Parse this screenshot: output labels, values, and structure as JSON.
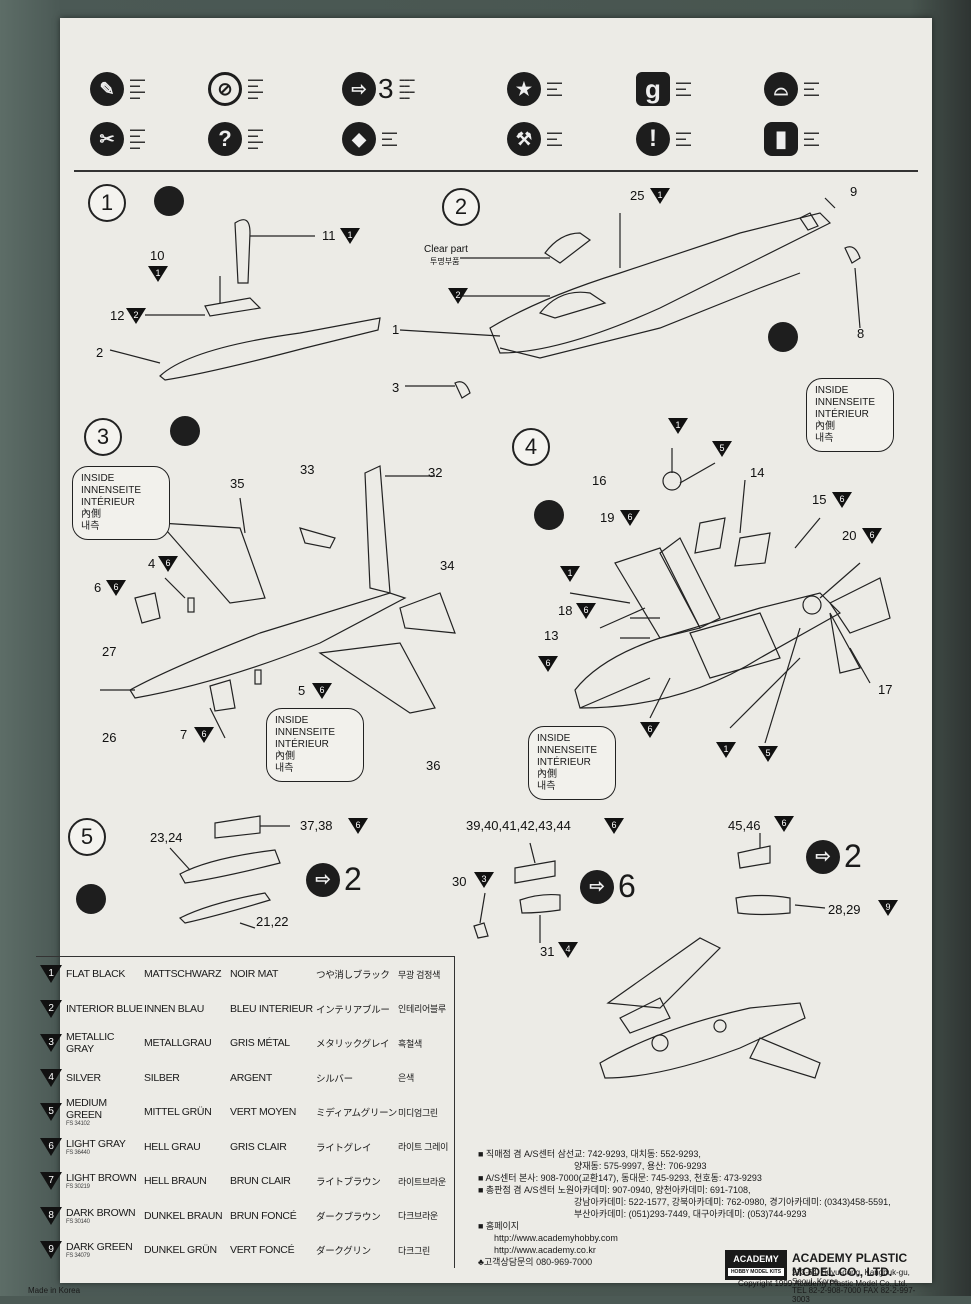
{
  "legend": {
    "items": [
      {
        "icon": "glue-icon"
      },
      {
        "icon": "do-not-glue-icon"
      },
      {
        "icon": "repeat-icon",
        "count": "3"
      },
      {
        "icon": "decal-icon"
      },
      {
        "icon": "weight-icon",
        "text": "g"
      },
      {
        "icon": "fill-icon"
      },
      {
        "icon": "cut-icon"
      },
      {
        "icon": "question-icon"
      },
      {
        "icon": "symmetric-icon"
      },
      {
        "icon": "drill-icon"
      },
      {
        "icon": "caution-icon"
      },
      {
        "icon": "part-number-icon"
      }
    ]
  },
  "steps": {
    "s1": {
      "num": "1",
      "parts": [
        "11",
        "10",
        "12",
        "2"
      ],
      "paints": {
        "p11": "1",
        "p10": "1",
        "p12": "2"
      }
    },
    "s2": {
      "num": "2",
      "parts": [
        "25",
        "9",
        "Clear part",
        "투명부품",
        "1",
        "3",
        "8"
      ],
      "paints": {
        "p25": "1",
        "p2": "2"
      }
    },
    "s3": {
      "num": "3",
      "parts": [
        "33",
        "32",
        "35",
        "34",
        "6",
        "4",
        "27",
        "26",
        "5",
        "7",
        "36"
      ],
      "paints": {
        "p6": "6",
        "p4": "6",
        "p5": "6",
        "p7": "6"
      }
    },
    "s4": {
      "num": "4",
      "parts": [
        "16",
        "14",
        "15",
        "19",
        "20",
        "18",
        "13",
        "17"
      ],
      "paints": {
        "p15": "6",
        "p19": "6",
        "p20": "6",
        "p18": "6",
        "top1": "1",
        "top5": "5",
        "mid1": "1",
        "mid6": "6",
        "b6": "6",
        "b1": "1",
        "b5": "5"
      }
    },
    "s5": {
      "num": "5",
      "parts": [
        "23,24",
        "37,38",
        "21,22",
        "39,40,41,42,43,44",
        "30",
        "31",
        "45,46",
        "28,29"
      ],
      "paints": {
        "p3738": "6",
        "p39": "6",
        "p30": "3",
        "p31": "4",
        "p4546": "6",
        "p2829": "9"
      },
      "repeats": [
        "2",
        "6",
        "2"
      ]
    }
  },
  "bubbles": [
    {
      "lines": [
        "INSIDE",
        "INNENSEITE",
        "INTÉRIEUR",
        "內側",
        "내측"
      ]
    }
  ],
  "paints": [
    {
      "num": "1",
      "en": "FLAT BLACK",
      "fs": "",
      "de": "MATTSCHWARZ",
      "fr": "NOIR MAT",
      "jp": "つや消しブラック",
      "kr": "무광 검정색"
    },
    {
      "num": "2",
      "en": "INTERIOR BLUE",
      "fs": "",
      "de": "INNEN BLAU",
      "fr": "BLEU INTERIEUR",
      "jp": "インテリアブルー",
      "kr": "인테리어블루"
    },
    {
      "num": "3",
      "en": "METALLIC GRAY",
      "fs": "",
      "de": "METALLGRAU",
      "fr": "GRIS MÉTAL",
      "jp": "メタリックグレイ",
      "kr": "흑철색"
    },
    {
      "num": "4",
      "en": "SILVER",
      "fs": "",
      "de": "SILBER",
      "fr": "ARGENT",
      "jp": "シルバー",
      "kr": "은색"
    },
    {
      "num": "5",
      "en": "MEDIUM GREEN",
      "fs": "FS 34102",
      "de": "MITTEL GRÜN",
      "fr": "VERT MOYEN",
      "jp": "ミディアムグリーン",
      "kr": "미디엄그린"
    },
    {
      "num": "6",
      "en": "LIGHT GRAY",
      "fs": "FS 36440",
      "de": "HELL GRAU",
      "fr": "GRIS CLAIR",
      "jp": "ライトグレイ",
      "kr": "라이트 그레이"
    },
    {
      "num": "7",
      "en": "LIGHT BROWN",
      "fs": "FS 30219",
      "de": "HELL BRAUN",
      "fr": "BRUN CLAIR",
      "jp": "ライトブラウン",
      "kr": "라이트브라운"
    },
    {
      "num": "8",
      "en": "DARK BROWN",
      "fs": "FS 30140",
      "de": "DUNKEL BRAUN",
      "fr": "BRUN FONCÉ",
      "jp": "ダークブラウン",
      "kr": "다크브라운"
    },
    {
      "num": "9",
      "en": "DARK GREEN",
      "fs": "FS 34079",
      "de": "DUNKEL GRÜN",
      "fr": "VERT FONCÉ",
      "jp": "ダークグリン",
      "kr": "다크그린"
    }
  ],
  "contact": {
    "line1": "■ 직매점 겸 A/S센터   삼선교: 742-9293, 대치동: 552-9293,",
    "line2": "양재동: 575-9997, 용산: 706-9293",
    "line3": "■ A/S센터   본사: 908-7000(교환147), 동대문: 745-9293, 천호동: 473-9293",
    "line4": "■ 총판점 겸 A/S센터   노원아카데미: 907-0940, 양천아카데미: 691-7108,",
    "line5": "강남아카데미: 522-1577, 강북아카데미: 762-0980, 경기아카데미: (0343)458-5591,",
    "line6": "부산아카데미: (051)293-7449, 대구아카데미: (053)744-9293",
    "line7": "■ 홈페이지",
    "line8": "http://www.academyhobby.com",
    "line9": "http://www.academy.co.kr",
    "line10": "♣고객상담문의   080-969-7000"
  },
  "company": {
    "logo": "ACADEMY",
    "logo_sub": "HOBBY MODEL KITS",
    "name": "ACADEMY PLASTIC MODEL CO., LTD.",
    "addr1": "273-64, Suyu-dong, Kangbuk-gu, Seoul, Korea",
    "addr2": "TEL 82-2-908-7000  FAX 82-2-997-3003",
    "made": "Made in Korea",
    "copyright": "Copyright 1999 Academy Plastic Model Co.,Ltd."
  },
  "colors": {
    "paper": "#ecebe6",
    "ink": "#1d1d1d"
  }
}
